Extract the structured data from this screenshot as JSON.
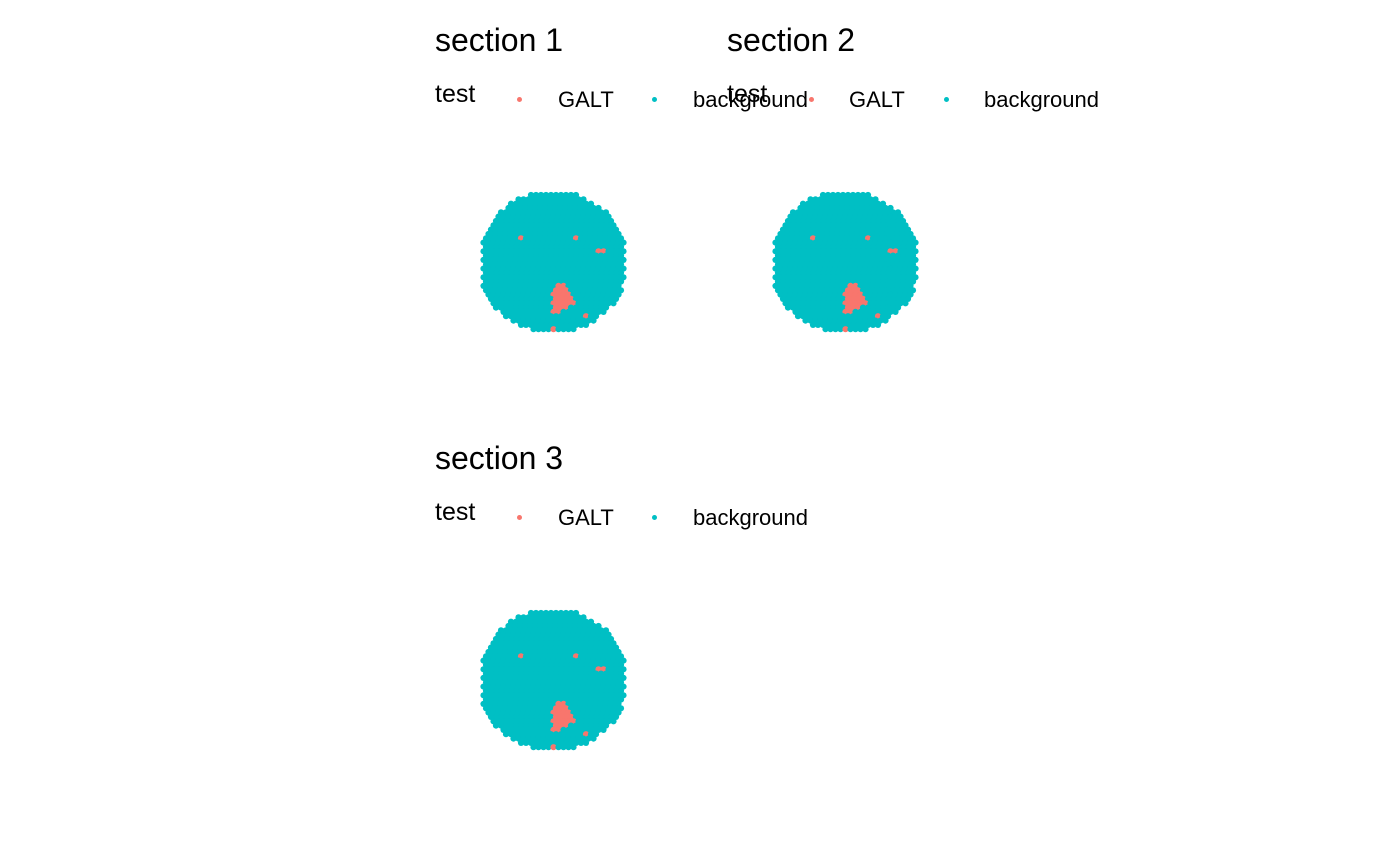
{
  "chart_data": [
    {
      "type": "scatter",
      "title": "section 1",
      "legend": {
        "title": "test",
        "position": "top"
      },
      "series": [
        {
          "name": "GALT",
          "color": "#F8766D"
        },
        {
          "name": "background",
          "color": "#00BFC4"
        }
      ]
    },
    {
      "type": "scatter",
      "title": "section 2",
      "legend": {
        "title": "test",
        "position": "top"
      },
      "series": [
        {
          "name": "GALT",
          "color": "#F8766D"
        },
        {
          "name": "background",
          "color": "#00BFC4"
        }
      ]
    },
    {
      "type": "scatter",
      "title": "section 3",
      "legend": {
        "title": "test",
        "position": "top"
      },
      "series": [
        {
          "name": "GALT",
          "color": "#F8766D"
        },
        {
          "name": "background",
          "color": "#00BFC4"
        }
      ]
    }
  ]
}
